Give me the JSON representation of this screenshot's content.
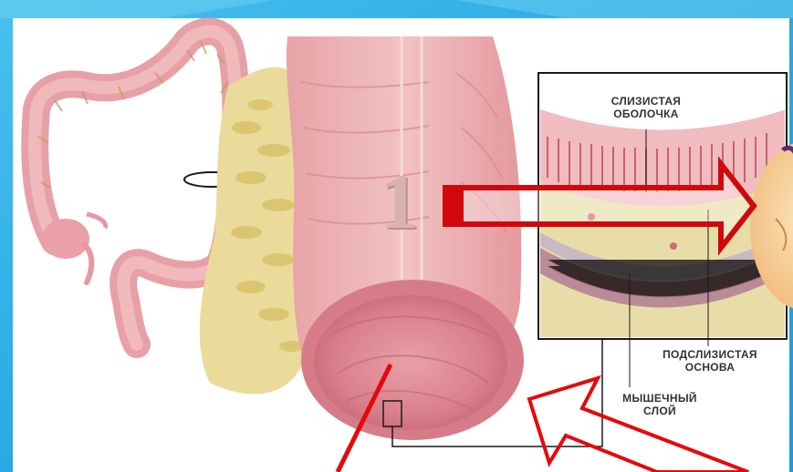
{
  "labels": {
    "mucosa_line1": "СЛИЗИСТАЯ",
    "mucosa_line2": "ОБОЛОЧКА",
    "submucosa_line1": "ПОДСЛИЗИСТАЯ",
    "submucosa_line2": "ОСНОВА",
    "muscle_line1": "МЫШЕЧНЫЙ",
    "muscle_line2": "СЛОЙ"
  },
  "marker_number": "1",
  "colors": {
    "frame_blue": "#2fb4ea",
    "arrow_red": "#e0080c",
    "tissue_pink": "#eaa3a6",
    "fat_yellow": "#e6d48a"
  },
  "icons": [
    "colon-illustration",
    "rectum-cross-section",
    "wall-layers-inset",
    "character-face-icon",
    "red-arrow-icon"
  ]
}
